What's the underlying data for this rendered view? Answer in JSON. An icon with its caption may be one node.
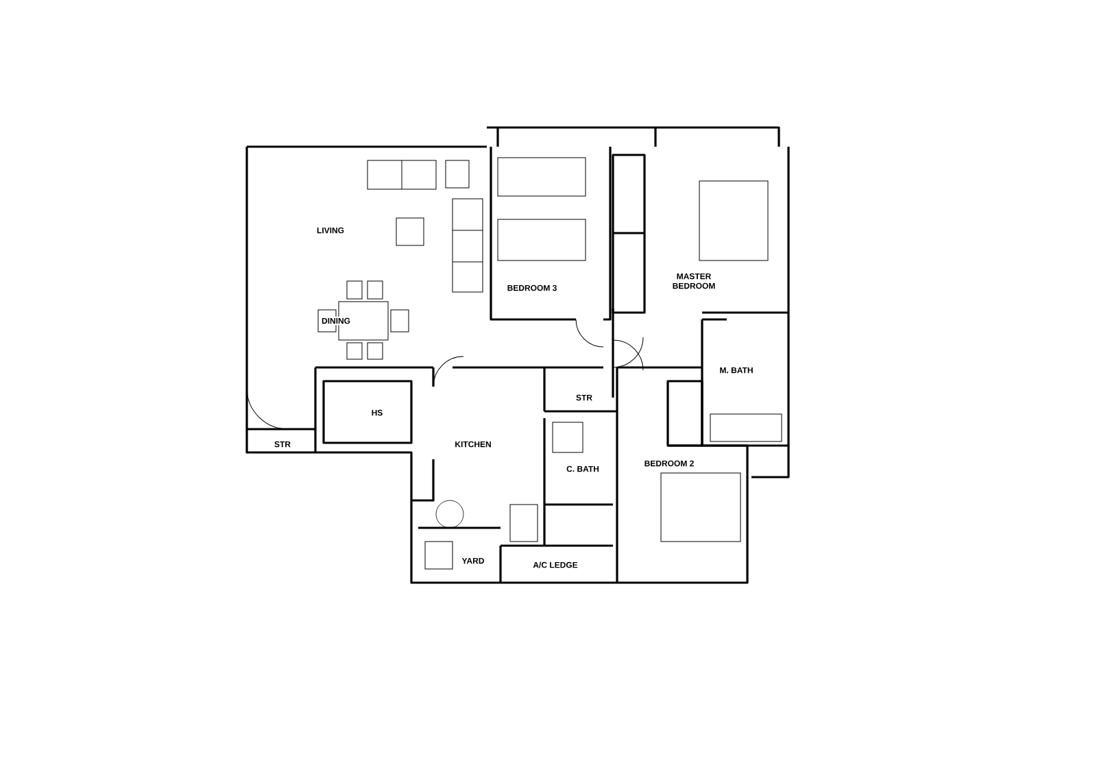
{
  "diagram": {
    "labels": [
      "LIVING",
      "BEDROOM 3",
      "MASTER BEDROOM",
      "DINING",
      "M. BATH",
      "STR",
      "HS",
      "KITCHEN",
      "STR",
      "C. BATH",
      "BEDROOM 2",
      "YARD",
      "A/C LEDGE"
    ]
  }
}
